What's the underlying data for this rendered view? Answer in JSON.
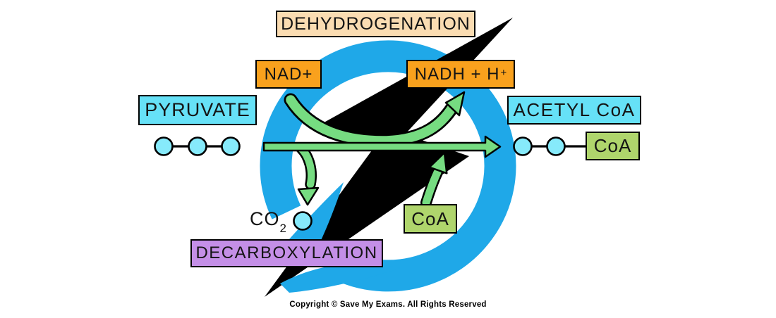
{
  "labels": {
    "dehydrogenation": "DEHYDROGENATION",
    "nad": "NAD+",
    "nadh_prefix": "NADH + H",
    "nadh_sup": "+",
    "pyruvate": "PYRUVATE",
    "acetyl_coa": "ACETYL CoA",
    "coa_right": "CoA",
    "coa_bottom": "CoA",
    "decarboxylation": "DECARBOXYLATION",
    "co2_prefix": "CO",
    "co2_sub": "2"
  },
  "molecules": {
    "pyruvate_carbons": 3,
    "acetyl_coa_carbons": 2,
    "co2_carbons": 1
  },
  "footer": {
    "copyright": "Copyright © Save My Exams. All Rights Reserved"
  },
  "colors": {
    "ring_blue": "#1FA8E8",
    "bolt_black": "#000000",
    "arrow_green": "#76DC81",
    "box_cyan": "#66E1F7",
    "circle_cyan": "#86EAFB",
    "box_orange": "#F9A11D",
    "box_peach": "#FADCB2",
    "box_green": "#AFD56C",
    "box_purple": "#C48FE7"
  }
}
